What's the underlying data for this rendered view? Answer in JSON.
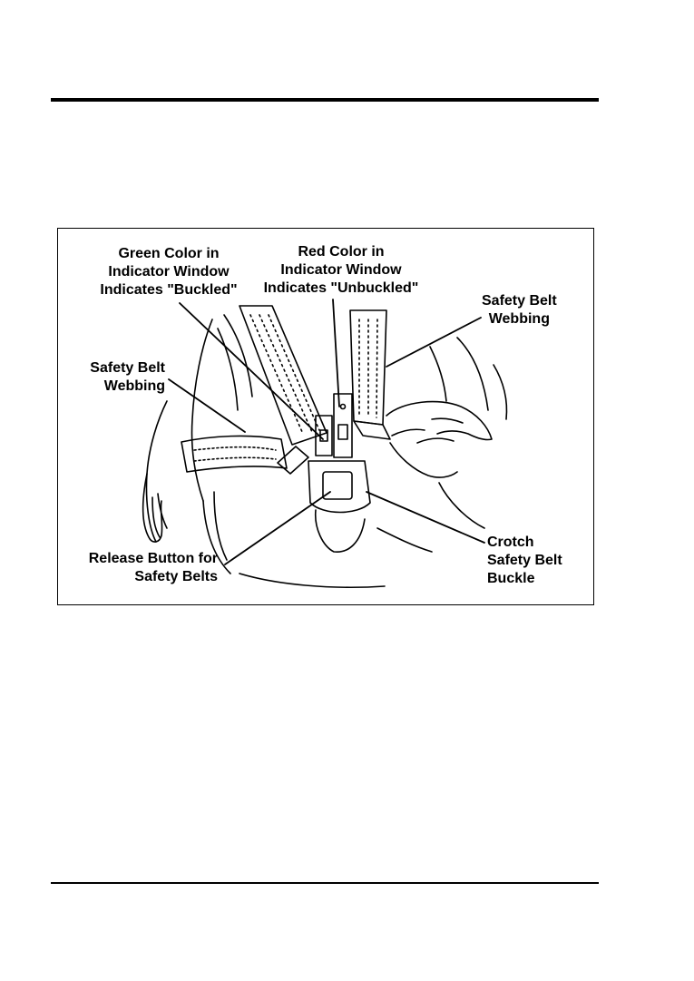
{
  "figure": {
    "labels": {
      "green_indicator": {
        "line1": "Green Color in",
        "line2": "Indicator Window",
        "line3": "Indicates \"Buckled\""
      },
      "red_indicator": {
        "line1": "Red Color in",
        "line2": "Indicator Window",
        "line3": "Indicates \"Unbuckled\""
      },
      "webbing_right": {
        "line1": "Safety Belt",
        "line2": "Webbing"
      },
      "webbing_left": {
        "line1": "Safety Belt",
        "line2": "Webbing"
      },
      "release_button": {
        "line1": "Release Button for",
        "line2": "Safety Belts"
      },
      "crotch_buckle": {
        "line1": "Crotch",
        "line2": "Safety Belt",
        "line3": "Buckle"
      }
    }
  }
}
